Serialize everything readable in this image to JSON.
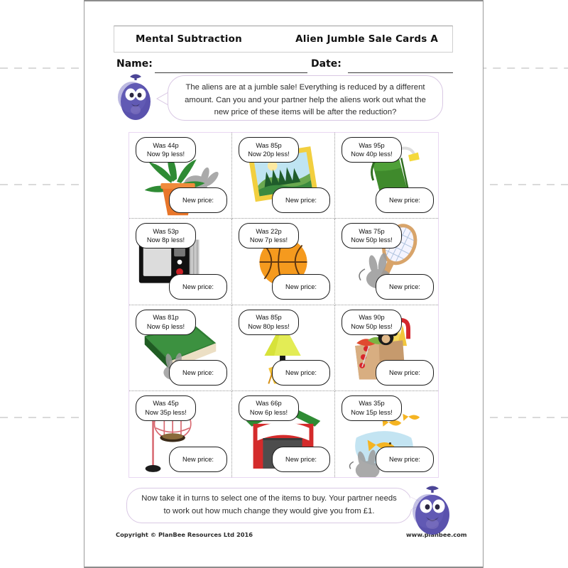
{
  "document": {
    "header": {
      "left_title": "Mental Subtraction",
      "right_title": "Alien Jumble Sale Cards A"
    },
    "fields": {
      "name_label": "Name:",
      "date_label": "Date:"
    },
    "instructions": {
      "top": "The aliens are at a jumble sale! Everything is reduced by a different amount. Can you and your partner help the aliens work out what the new price of these items will be after the reduction?",
      "bottom": "Now take it in turns to select one of the items to buy. Your partner needs to work out how much change they would give you from £1."
    },
    "cards": {
      "new_price_label": "New price:",
      "items": [
        {
          "was": "Was 44p",
          "now": "Now 9p less!",
          "item": "plant-pot",
          "id": "card-1"
        },
        {
          "was": "Was 85p",
          "now": "Now 20p less!",
          "item": "framed-picture",
          "id": "card-2"
        },
        {
          "was": "Was 95p",
          "now": "Now 40p less!",
          "item": "green-bag",
          "id": "card-3"
        },
        {
          "was": "Was 53p",
          "now": "Now 8p less!",
          "item": "microwave",
          "id": "card-4"
        },
        {
          "was": "Was 22p",
          "now": "Now 7p less!",
          "item": "basketball",
          "id": "card-5"
        },
        {
          "was": "Was 75p",
          "now": "Now 50p less!",
          "item": "tennis-racket",
          "id": "card-6"
        },
        {
          "was": "Was 81p",
          "now": "Now 6p less!",
          "item": "book",
          "id": "card-7"
        },
        {
          "was": "Was 85p",
          "now": "Now 80p less!",
          "item": "lamp",
          "id": "card-8"
        },
        {
          "was": "Was 90p",
          "now": "Now 50p less!",
          "item": "box-of-goods",
          "id": "card-9"
        },
        {
          "was": "Was 45p",
          "now": "Now 35p less!",
          "item": "bird-cage",
          "id": "card-10"
        },
        {
          "was": "Was 66p",
          "now": "Now 6p less!",
          "item": "toy-barn",
          "id": "card-11"
        },
        {
          "was": "Was 35p",
          "now": "Now 15p less!",
          "item": "fish-bowl",
          "id": "card-12"
        }
      ]
    },
    "footer": {
      "copyright": "Copyright © PlanBee Resources Ltd 2016",
      "website": "www.planbee.com"
    },
    "icons": {
      "alien_top": "alien-mascot-icon",
      "alien_bottom": "alien-mascot-icon"
    },
    "colors": {
      "bubble_border": "#d9c8e4",
      "grid_border": "#e9d7f2",
      "alien_body": "#5a52ad",
      "paper_edge": "#9a9a9a",
      "cut_line": "#9a9a9a"
    }
  }
}
